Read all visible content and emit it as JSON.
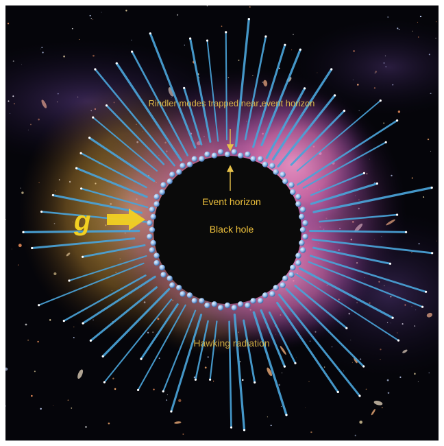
{
  "labels": {
    "rindler": "Rindler modes trapped near event horizon",
    "event_horizon": "Event horizon",
    "black_hole": "Black hole",
    "hawking": "Hawking radiation",
    "gravity": "g"
  },
  "colors": {
    "space": "#05050a",
    "black_hole": "#0a0a0a",
    "horizon_beads": "#8fb8e8",
    "rays": "#4aa3d8",
    "label": "#e8c24a",
    "gravity_arrow": "#f2d022",
    "nebula_pink": "#e07fb8",
    "nebula_gold": "#d9a040",
    "nebula_purple": "#7a4aa0"
  }
}
